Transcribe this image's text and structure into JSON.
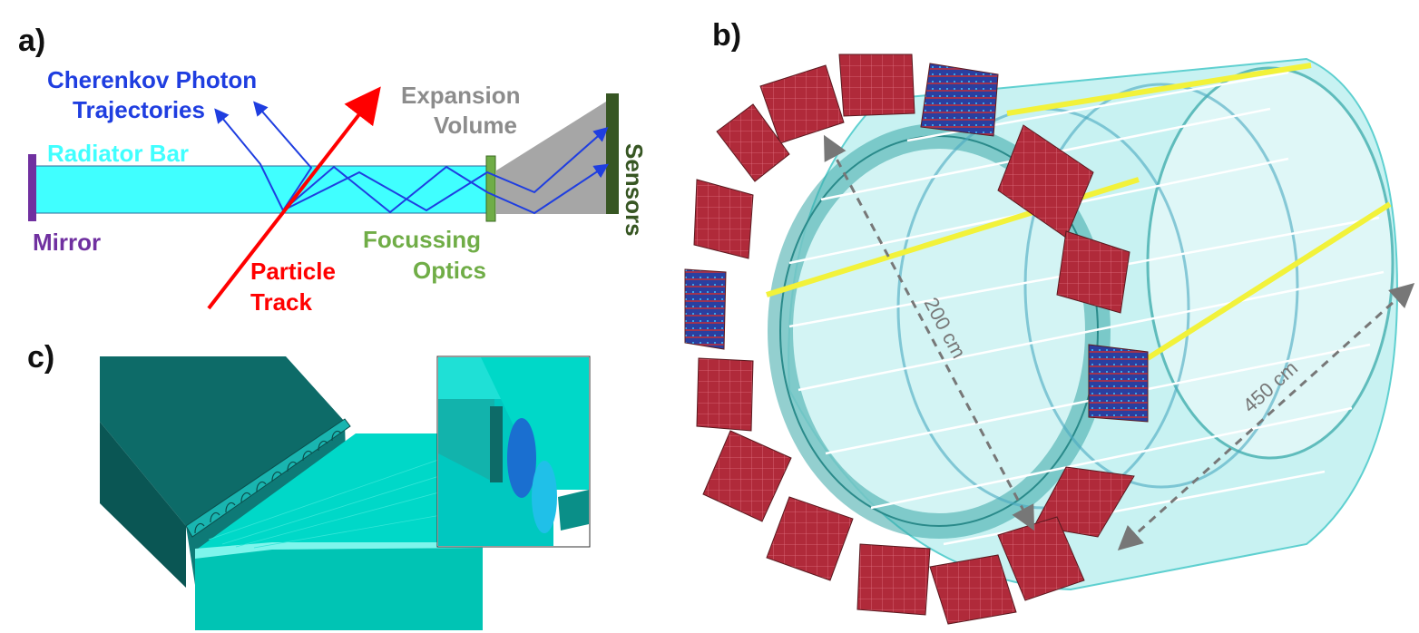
{
  "panels": {
    "a": {
      "label": "a)",
      "cherenkov_line1": "Cherenkov Photon",
      "cherenkov_line2": "Trajectories",
      "radiator": "Radiator Bar",
      "mirror": "Mirror",
      "particle_line1": "Particle",
      "particle_line2": "Track",
      "expansion_line1": "Expansion",
      "expansion_line2": "Volume",
      "focusing_line1": "Focussing",
      "focusing_line2": "Optics",
      "sensors": "Sensors"
    },
    "b": {
      "label": "b)",
      "diameter": "200 cm",
      "length": "450 cm"
    },
    "c": {
      "label": "c)"
    }
  },
  "colors": {
    "photon": "#1f3ee0",
    "radiator_fill": "#40ffff",
    "mirror": "#7030a0",
    "particle": "#ff0000",
    "expansion": "#a6a6a6",
    "focusing": "#70ad47",
    "sensors": "#375623",
    "sensor_tile": "#b02a3a",
    "barrel": "#5fd0d0",
    "model_dark": "#0d6b68",
    "model_light": "#00d8c8"
  }
}
